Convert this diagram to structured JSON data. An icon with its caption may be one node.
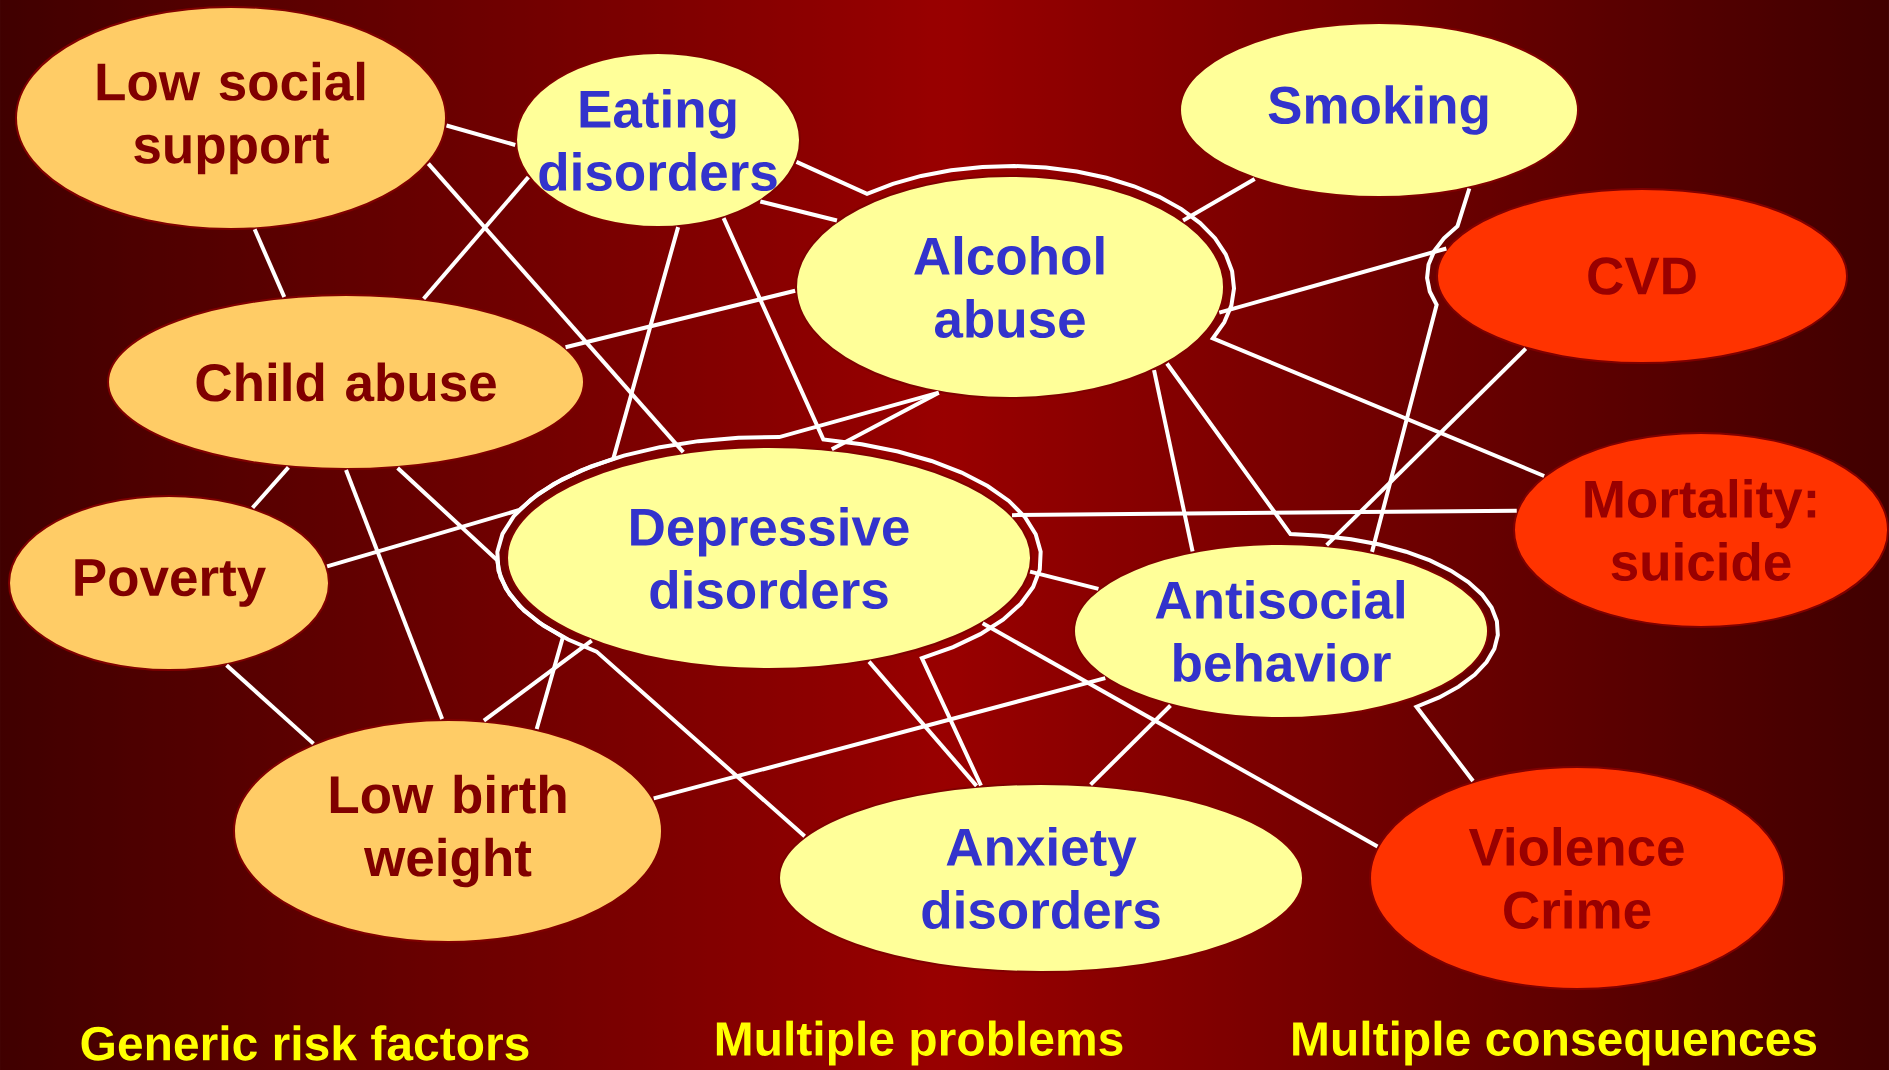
{
  "diagram": {
    "nodes": [
      {
        "text": [
          "Low social support"
        ]
      },
      {
        "text": [
          "Eating disorders"
        ]
      },
      {
        "text": [
          "Smoking"
        ]
      },
      {
        "text": [
          "Alcohol abuse"
        ]
      },
      {
        "text": [
          "CVD"
        ]
      },
      {
        "text": [
          "Child abuse"
        ]
      },
      {
        "text": [
          "Depressive disorders"
        ]
      },
      {
        "text": [
          "Mortality: suicide"
        ]
      },
      {
        "text": [
          "Poverty"
        ]
      },
      {
        "text": [
          "Antisocial behavior"
        ]
      },
      {
        "text": [
          "Low birth weight"
        ]
      },
      {
        "text": [
          "Anxiety disorders"
        ]
      },
      {
        "text": [
          "Violence Crime"
        ]
      }
    ],
    "edges": [
      {
        "from": 0,
        "to": 1,
        "arrow": "none"
      },
      {
        "from": 0,
        "to": 6,
        "arrow": "none"
      },
      {
        "from": 0,
        "to": 5,
        "arrow": "none"
      },
      {
        "from": 1,
        "to": 5,
        "arrow": "none"
      },
      {
        "from": 1,
        "to": 7,
        "arrow": "none"
      },
      {
        "from": 1,
        "to": 3,
        "arrow": "none"
      },
      {
        "from": 1,
        "to": 10,
        "arrow": "none"
      },
      {
        "from": 1,
        "to": 11,
        "arrow": "none"
      },
      {
        "from": 5,
        "to": 3,
        "arrow": "none"
      },
      {
        "from": 3,
        "to": 6,
        "arrow": "none"
      },
      {
        "from": 8,
        "to": 3,
        "arrow": "none"
      },
      {
        "from": 2,
        "to": 3,
        "arrow": "none"
      },
      {
        "from": 2,
        "to": 9,
        "arrow": "none"
      },
      {
        "from": 3,
        "to": 4,
        "arrow": "none"
      },
      {
        "from": 3,
        "to": 9,
        "arrow": "none"
      },
      {
        "from": 3,
        "to": 12,
        "arrow": "none"
      },
      {
        "from": 4,
        "to": 9,
        "arrow": "none"
      },
      {
        "from": 6,
        "to": 7,
        "arrow": "none"
      },
      {
        "from": 6,
        "to": 9,
        "arrow": "none"
      },
      {
        "from": 6,
        "to": 12,
        "arrow": "none"
      },
      {
        "from": 6,
        "to": 11,
        "arrow": "none"
      },
      {
        "from": 6,
        "to": 10,
        "arrow": "none"
      },
      {
        "from": 5,
        "to": 11,
        "arrow": "none"
      },
      {
        "from": 5,
        "to": 8,
        "arrow": "none"
      },
      {
        "from": 5,
        "to": 10,
        "arrow": "none"
      },
      {
        "from": 8,
        "to": 10,
        "arrow": "none"
      },
      {
        "from": 10,
        "to": 9,
        "arrow": "none"
      },
      {
        "from": 9,
        "to": 11,
        "arrow": "none"
      }
    ],
    "labels": [
      "Generic risk factors",
      "Multiple problems",
      "Multiple consequences"
    ]
  }
}
